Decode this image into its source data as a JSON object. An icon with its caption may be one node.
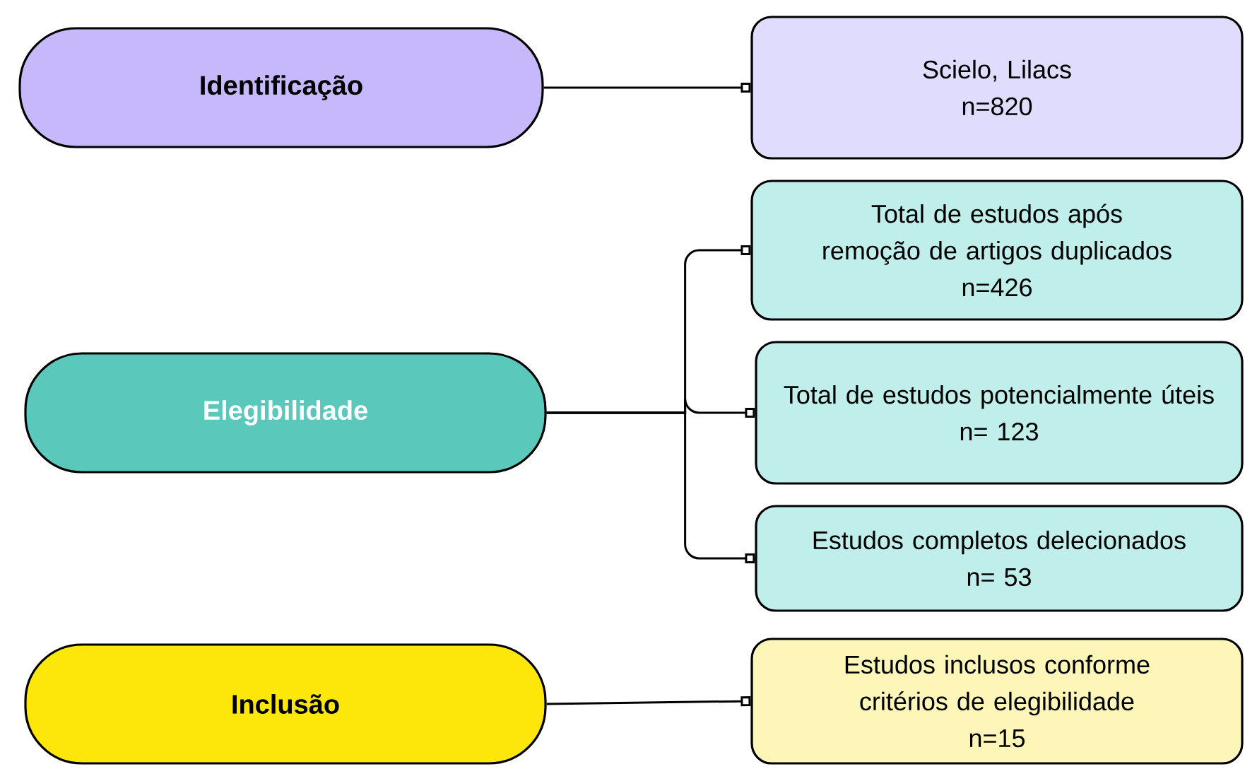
{
  "diagram": {
    "nodes": [
      {
        "text": [
          "Identificação"
        ]
      },
      {
        "text": [
          "Elegibilidade"
        ]
      },
      {
        "text": [
          "Inclusão"
        ]
      },
      {
        "text": [
          "Scielo, Lilacs",
          "n=820"
        ]
      },
      {
        "text": [
          "Total de estudos após remoção de artigos duplicados",
          "n=426"
        ]
      },
      {
        "text": [
          "Total de estudos potencialmente úteis",
          "n= 123"
        ]
      },
      {
        "text": [
          "Estudos completos delecionados",
          "n= 53"
        ]
      },
      {
        "text": [
          "Estudos inclusos conforme critérios de elegibilidade",
          "n=15"
        ]
      }
    ],
    "edges": [
      {
        "from": 0,
        "to": 3,
        "arrow": "other"
      },
      {
        "from": 1,
        "to": 4,
        "arrow": "other"
      },
      {
        "from": 1,
        "to": 5,
        "arrow": "other"
      },
      {
        "from": 1,
        "to": 6,
        "arrow": "other"
      },
      {
        "from": 2,
        "to": 7,
        "arrow": "other"
      }
    ]
  }
}
